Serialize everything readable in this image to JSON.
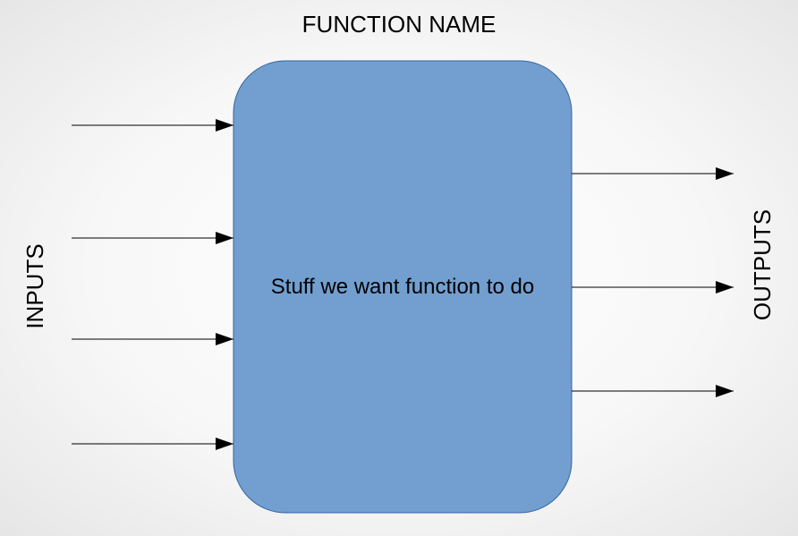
{
  "title": "FUNCTION NAME",
  "block": {
    "label": "Stuff we want function to do",
    "fill_color": "#729fcf",
    "stroke_color": "#3465a4"
  },
  "inputs": {
    "label": "INPUTS",
    "arrow_count": 4
  },
  "outputs": {
    "label": "OUTPUTS",
    "arrow_count": 3
  }
}
